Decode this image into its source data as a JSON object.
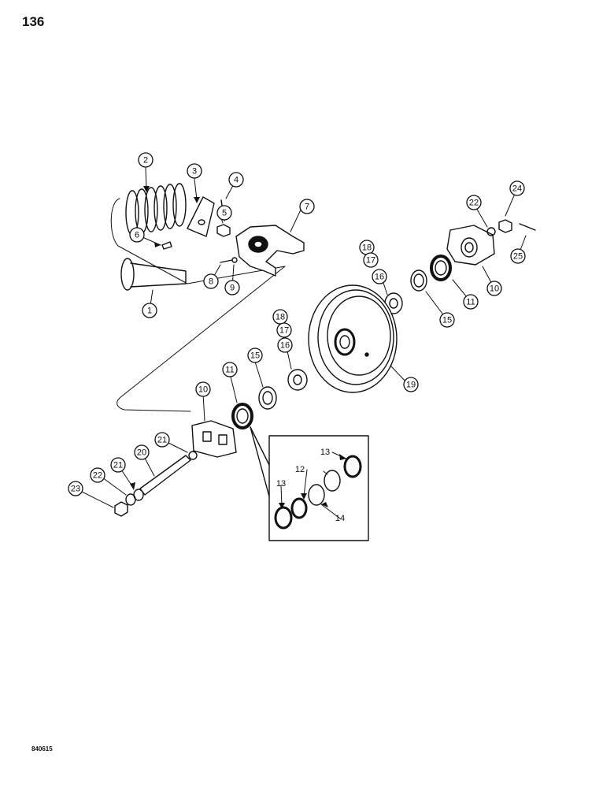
{
  "page": {
    "number": "136",
    "figure_code": "840615"
  },
  "callouts": [
    {
      "label": "1"
    },
    {
      "label": "2"
    },
    {
      "label": "3"
    },
    {
      "label": "4"
    },
    {
      "label": "5"
    },
    {
      "label": "6"
    },
    {
      "label": "7"
    },
    {
      "label": "8"
    },
    {
      "label": "9"
    },
    {
      "label": "22"
    },
    {
      "label": "24"
    },
    {
      "label": "25"
    },
    {
      "label": "10"
    },
    {
      "label": "11"
    },
    {
      "label": "15"
    },
    {
      "label": "18"
    },
    {
      "label": "17"
    },
    {
      "label": "16"
    },
    {
      "label": "18"
    },
    {
      "label": "17"
    },
    {
      "label": "16"
    },
    {
      "label": "15"
    },
    {
      "label": "11"
    },
    {
      "label": "10"
    },
    {
      "label": "19"
    },
    {
      "label": "21"
    },
    {
      "label": "20"
    },
    {
      "label": "21"
    },
    {
      "label": "22"
    },
    {
      "label": "23"
    }
  ],
  "inset_labels": [
    {
      "label": "13"
    },
    {
      "label": "12"
    },
    {
      "label": "13"
    },
    {
      "label": "14"
    }
  ]
}
